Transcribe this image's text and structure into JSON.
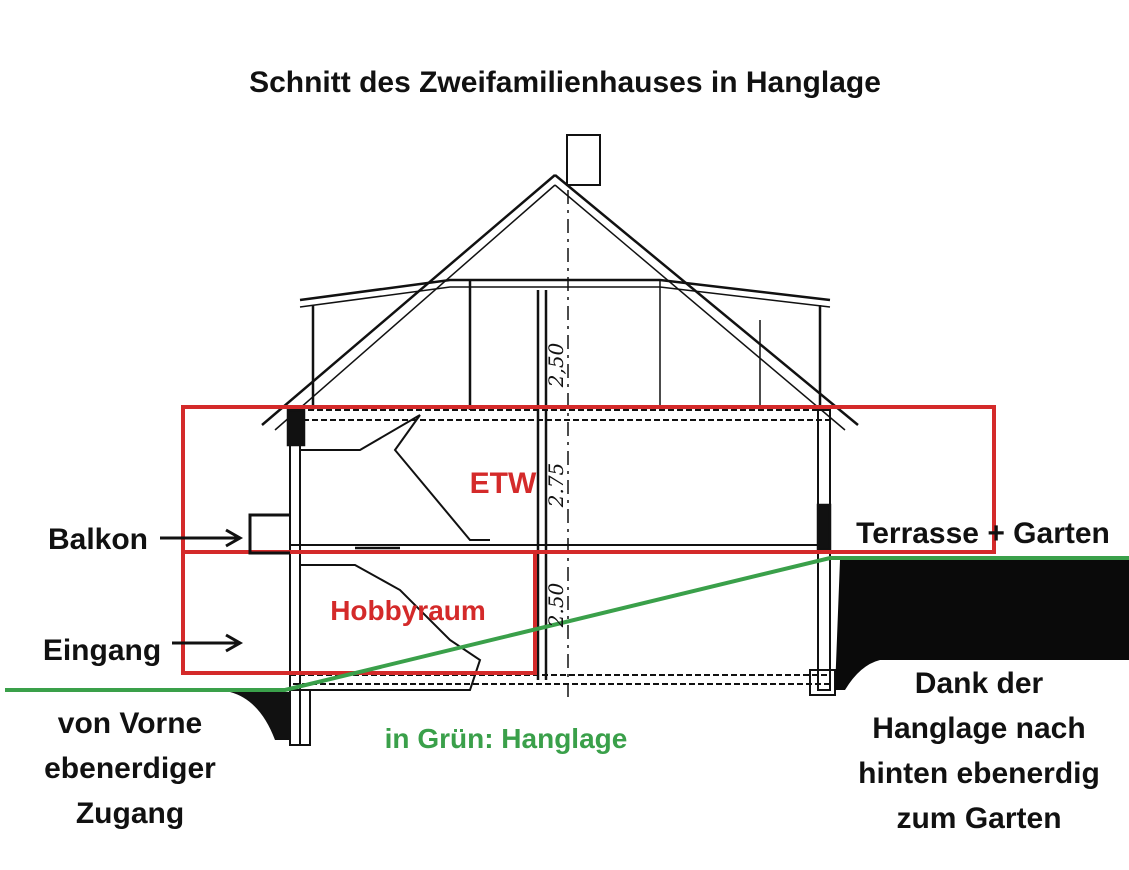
{
  "title": "Schnitt des Zweifamilienhauses in Hanglage",
  "labels": {
    "etw": "ETW",
    "hobbyraum": "Hobbyraum",
    "balkon": "Balkon",
    "eingang": "Eingang",
    "terrasse": "Terrasse + Garten",
    "hanglage": "in Grün: Hanglage",
    "front": [
      "von Vorne",
      "ebenerdiger",
      "Zugang"
    ],
    "back": [
      "Dank der",
      "Hanglage nach",
      "hinten ebenerdig",
      "zum Garten"
    ]
  },
  "dimensions": {
    "attic": "2,50",
    "upper": "2.75",
    "lower": "2.50"
  },
  "colors": {
    "highlight": "#d42a2a",
    "slope": "#3aa04a",
    "ink": "#111111"
  }
}
